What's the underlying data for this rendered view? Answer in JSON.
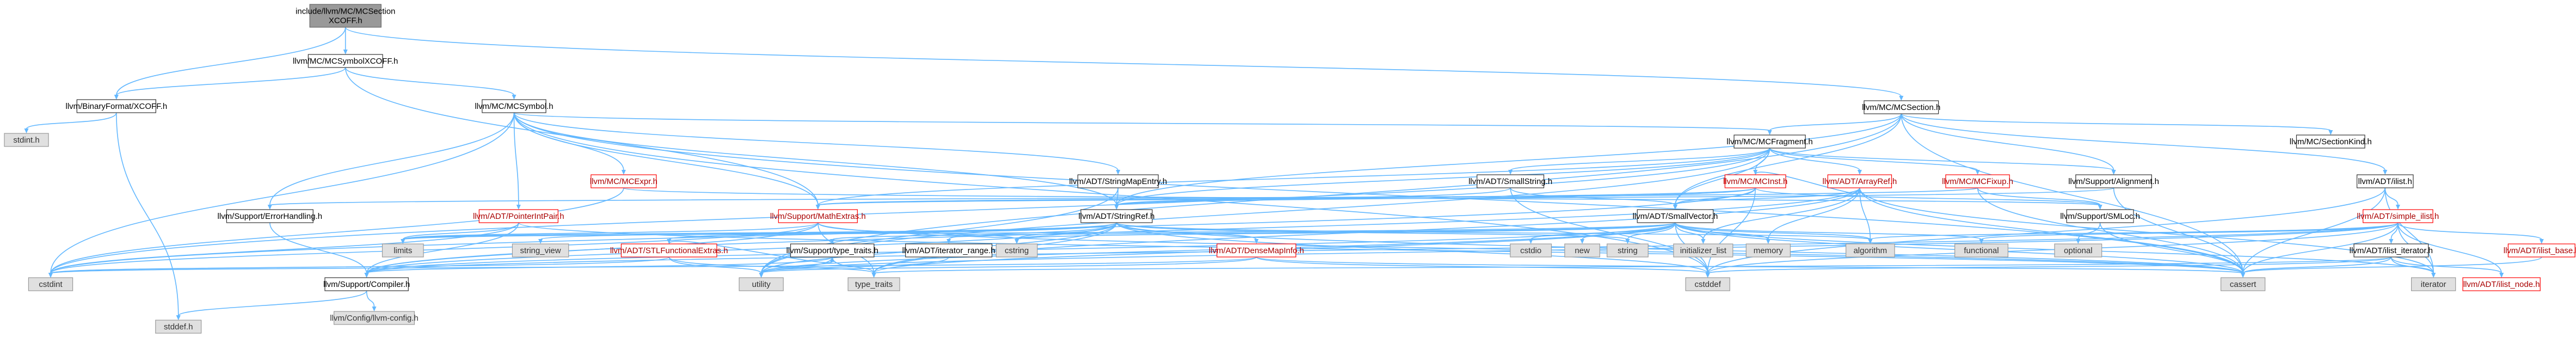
{
  "colors": {
    "edge": "#63b8ff",
    "root_fill": "#999999",
    "header_border": "#333333",
    "system_fill": "#e0e0e0",
    "truncated_border": "#ff0000",
    "background": "#ffffff"
  },
  "nodes": [
    {
      "id": "root",
      "label": "include/llvm/MC/MCSection\nXCOFF.h",
      "kind": "root"
    },
    {
      "id": "symx",
      "label": "llvm/MC/MCSymbolXCOFF.h",
      "kind": "header"
    },
    {
      "id": "mcsec",
      "label": "llvm/MC/MCSection.h",
      "kind": "header"
    },
    {
      "id": "binx",
      "label": "llvm/BinaryFormat/XCOFF.h",
      "kind": "header"
    },
    {
      "id": "mcsym",
      "label": "llvm/MC/MCSymbol.h",
      "kind": "header"
    },
    {
      "id": "stdint",
      "label": "stdint.h",
      "kind": "system"
    },
    {
      "id": "stddef",
      "label": "stddef.h",
      "kind": "system"
    },
    {
      "id": "frag",
      "label": "llvm/MC/MCFragment.h",
      "kind": "header"
    },
    {
      "id": "seck",
      "label": "llvm/MC/SectionKind.h",
      "kind": "header"
    },
    {
      "id": "expr",
      "label": "llvm/MC/MCExpr.h",
      "kind": "truncated"
    },
    {
      "id": "smap",
      "label": "llvm/ADT/StringMapEntry.h",
      "kind": "header"
    },
    {
      "id": "sstr",
      "label": "llvm/ADT/SmallString.h",
      "kind": "header"
    },
    {
      "id": "inst",
      "label": "llvm/MC/MCInst.h",
      "kind": "truncated"
    },
    {
      "id": "aref",
      "label": "llvm/ADT/ArrayRef.h",
      "kind": "truncated"
    },
    {
      "id": "fixup",
      "label": "llvm/MC/MCFixup.h",
      "kind": "truncated"
    },
    {
      "id": "align",
      "label": "llvm/Support/Alignment.h",
      "kind": "header"
    },
    {
      "id": "alist",
      "label": "llvm/ADT/ilist.h",
      "kind": "header"
    },
    {
      "id": "errh",
      "label": "llvm/Support/ErrorHandling.h",
      "kind": "header"
    },
    {
      "id": "ptrint",
      "label": "llvm/ADT/PointerIntPair.h",
      "kind": "truncated"
    },
    {
      "id": "math",
      "label": "llvm/Support/MathExtras.h",
      "kind": "truncated"
    },
    {
      "id": "sref",
      "label": "llvm/ADT/StringRef.h",
      "kind": "header"
    },
    {
      "id": "svec",
      "label": "llvm/ADT/SmallVector.h",
      "kind": "header"
    },
    {
      "id": "smloc",
      "label": "llvm/Support/SMLoc.h",
      "kind": "header"
    },
    {
      "id": "simple",
      "label": "llvm/ADT/simple_ilist.h",
      "kind": "truncated"
    },
    {
      "id": "limits",
      "label": "limits",
      "kind": "system"
    },
    {
      "id": "strview",
      "label": "string_view",
      "kind": "system"
    },
    {
      "id": "stlfe",
      "label": "llvm/ADT/STLFunctionalExtras.h",
      "kind": "truncated"
    },
    {
      "id": "typetr",
      "label": "llvm/Support/type_traits.h",
      "kind": "header"
    },
    {
      "id": "irange",
      "label": "llvm/ADT/iterator_range.h",
      "kind": "header"
    },
    {
      "id": "cstring",
      "label": "cstring",
      "kind": "system"
    },
    {
      "id": "dmi",
      "label": "llvm/ADT/DenseMapInfo.h",
      "kind": "truncated"
    },
    {
      "id": "cstdio",
      "label": "cstdio",
      "kind": "system"
    },
    {
      "id": "new",
      "label": "new",
      "kind": "system"
    },
    {
      "id": "string",
      "label": "string",
      "kind": "system"
    },
    {
      "id": "initl",
      "label": "initializer_list",
      "kind": "system"
    },
    {
      "id": "memory",
      "label": "memory",
      "kind": "system"
    },
    {
      "id": "algo",
      "label": "algorithm",
      "kind": "system"
    },
    {
      "id": "func",
      "label": "functional",
      "kind": "system"
    },
    {
      "id": "opt",
      "label": "optional",
      "kind": "system"
    },
    {
      "id": "ilistit",
      "label": "llvm/ADT/ilist_iterator.h",
      "kind": "header"
    },
    {
      "id": "ilistbase",
      "label": "llvm/ADT/ilist_base.h",
      "kind": "truncated"
    },
    {
      "id": "cstdint",
      "label": "cstdint",
      "kind": "system"
    },
    {
      "id": "compiler",
      "label": "llvm/Support/Compiler.h",
      "kind": "header"
    },
    {
      "id": "utility",
      "label": "utility",
      "kind": "system"
    },
    {
      "id": "ttraits",
      "label": "type_traits",
      "kind": "system"
    },
    {
      "id": "cstddef",
      "label": "cstddef",
      "kind": "system"
    },
    {
      "id": "cassert",
      "label": "cassert",
      "kind": "system"
    },
    {
      "id": "iterator",
      "label": "iterator",
      "kind": "system"
    },
    {
      "id": "ilistnode",
      "label": "llvm/ADT/ilist_node.h",
      "kind": "truncated"
    },
    {
      "id": "config",
      "label": "llvm/Config/llvm-config.h",
      "kind": "system"
    }
  ],
  "edges": [
    [
      "root",
      "symx"
    ],
    [
      "root",
      "mcsec"
    ],
    [
      "root",
      "binx"
    ],
    [
      "symx",
      "binx"
    ],
    [
      "symx",
      "mcsym"
    ],
    [
      "symx",
      "math"
    ],
    [
      "binx",
      "stdint"
    ],
    [
      "binx",
      "stddef"
    ],
    [
      "mcsym",
      "cstdint"
    ],
    [
      "mcsym",
      "errh"
    ],
    [
      "mcsym",
      "ptrint"
    ],
    [
      "mcsym",
      "expr"
    ],
    [
      "mcsym",
      "smap"
    ],
    [
      "mcsym",
      "sref"
    ],
    [
      "mcsym",
      "math"
    ],
    [
      "mcsym",
      "frag"
    ],
    [
      "mcsym",
      "cassert"
    ],
    [
      "mcsym",
      "cstddef"
    ],
    [
      "mcsec",
      "frag"
    ],
    [
      "mcsec",
      "seck"
    ],
    [
      "mcsec",
      "alist"
    ],
    [
      "mcsec",
      "align"
    ],
    [
      "mcsec",
      "svec"
    ],
    [
      "mcsec",
      "cassert"
    ],
    [
      "mcsec",
      "sref"
    ],
    [
      "mcsec",
      "utility"
    ],
    [
      "frag",
      "sstr"
    ],
    [
      "frag",
      "inst"
    ],
    [
      "frag",
      "aref"
    ],
    [
      "frag",
      "fixup"
    ],
    [
      "frag",
      "align"
    ],
    [
      "frag",
      "svec"
    ],
    [
      "frag",
      "sref"
    ],
    [
      "frag",
      "cstdint"
    ],
    [
      "frag",
      "utility"
    ],
    [
      "frag",
      "math"
    ],
    [
      "expr",
      "smloc"
    ],
    [
      "expr",
      "cstdint"
    ],
    [
      "smap",
      "sref"
    ],
    [
      "smap",
      "optional"
    ],
    [
      "smap",
      "utility"
    ],
    [
      "sstr",
      "svec"
    ],
    [
      "sstr",
      "sref"
    ],
    [
      "sstr",
      "cstddef"
    ],
    [
      "inst",
      "aref"
    ],
    [
      "inst",
      "svec"
    ],
    [
      "inst",
      "sref"
    ],
    [
      "inst",
      "smloc"
    ],
    [
      "inst",
      "cstddef"
    ],
    [
      "inst",
      "cstdint"
    ],
    [
      "inst",
      "math"
    ],
    [
      "aref",
      "svec"
    ],
    [
      "aref",
      "compiler"
    ],
    [
      "aref",
      "algo"
    ],
    [
      "aref",
      "array"
    ],
    [
      "aref",
      "cassert"
    ],
    [
      "aref",
      "initl"
    ],
    [
      "aref",
      "iterator"
    ],
    [
      "aref",
      "memory"
    ],
    [
      "aref",
      "ttraits"
    ],
    [
      "fixup",
      "smloc"
    ],
    [
      "fixup",
      "cassert"
    ],
    [
      "fixup",
      "errh"
    ],
    [
      "align",
      "math"
    ],
    [
      "align",
      "cassert"
    ],
    [
      "align",
      "optional"
    ],
    [
      "alist",
      "simple"
    ],
    [
      "alist",
      "cassert"
    ],
    [
      "alist",
      "cstddef"
    ],
    [
      "alist",
      "iterator"
    ],
    [
      "errh",
      "compiler"
    ],
    [
      "ptrint",
      "compiler"
    ],
    [
      "ptrint",
      "cstdint"
    ],
    [
      "ptrint",
      "limits"
    ],
    [
      "ptrint",
      "cassert"
    ],
    [
      "math",
      "compiler"
    ],
    [
      "math",
      "cassert"
    ],
    [
      "math",
      "climits"
    ],
    [
      "math",
      "cstdint"
    ],
    [
      "math",
      "cstring"
    ],
    [
      "math",
      "limits"
    ],
    [
      "math",
      "ttraits"
    ],
    [
      "sref",
      "stlfe"
    ],
    [
      "sref",
      "irange"
    ],
    [
      "sref",
      "compiler"
    ],
    [
      "sref",
      "algo"
    ],
    [
      "sref",
      "cassert"
    ],
    [
      "sref",
      "cstddef"
    ],
    [
      "sref",
      "cstring"
    ],
    [
      "sref",
      "limits"
    ],
    [
      "sref",
      "string"
    ],
    [
      "sref",
      "strview"
    ],
    [
      "sref",
      "ttraits"
    ],
    [
      "sref",
      "utility"
    ],
    [
      "sref",
      "dmi"
    ],
    [
      "svec",
      "compiler"
    ],
    [
      "svec",
      "typetr"
    ],
    [
      "svec",
      "algo"
    ],
    [
      "svec",
      "cassert"
    ],
    [
      "svec",
      "cstddef"
    ],
    [
      "svec",
      "cstdlib"
    ],
    [
      "svec",
      "cstring"
    ],
    [
      "svec",
      "func"
    ],
    [
      "svec",
      "initl"
    ],
    [
      "svec",
      "iterator"
    ],
    [
      "svec",
      "limits"
    ],
    [
      "svec",
      "memory"
    ],
    [
      "svec",
      "new"
    ],
    [
      "svec",
      "ttraits"
    ],
    [
      "svec",
      "utility"
    ],
    [
      "svec",
      "cstdio"
    ],
    [
      "svec",
      "string"
    ],
    [
      "smloc",
      "cassert"
    ],
    [
      "smloc",
      "opt"
    ],
    [
      "simple",
      "ilistbase"
    ],
    [
      "simple",
      "ilistit"
    ],
    [
      "simple",
      "ilistnode"
    ],
    [
      "simple",
      "compiler"
    ],
    [
      "simple",
      "algo"
    ],
    [
      "simple",
      "cassert"
    ],
    [
      "simple",
      "cstddef"
    ],
    [
      "simple",
      "func"
    ],
    [
      "simple",
      "iterator"
    ],
    [
      "simple",
      "utility"
    ],
    [
      "stlfe",
      "cstdint"
    ],
    [
      "stlfe",
      "typetr"
    ],
    [
      "stlfe",
      "ttraits"
    ],
    [
      "stlfe",
      "utility"
    ],
    [
      "typetr",
      "compiler"
    ],
    [
      "typetr",
      "utility"
    ],
    [
      "typetr",
      "ttraits"
    ],
    [
      "irange",
      "utility"
    ],
    [
      "dmi",
      "cassert"
    ],
    [
      "dmi",
      "cstddef"
    ],
    [
      "dmi",
      "cstdint"
    ],
    [
      "dmi",
      "tuple"
    ],
    [
      "dmi",
      "utility"
    ],
    [
      "ilistit",
      "cassert"
    ],
    [
      "ilistit",
      "cstddef"
    ],
    [
      "ilistit",
      "iterator"
    ],
    [
      "ilistit",
      "ttraits"
    ],
    [
      "ilistit",
      "ilistnode"
    ],
    [
      "ilistbase",
      "cassert"
    ],
    [
      "compiler",
      "config"
    ],
    [
      "compiler",
      "stddef"
    ]
  ]
}
